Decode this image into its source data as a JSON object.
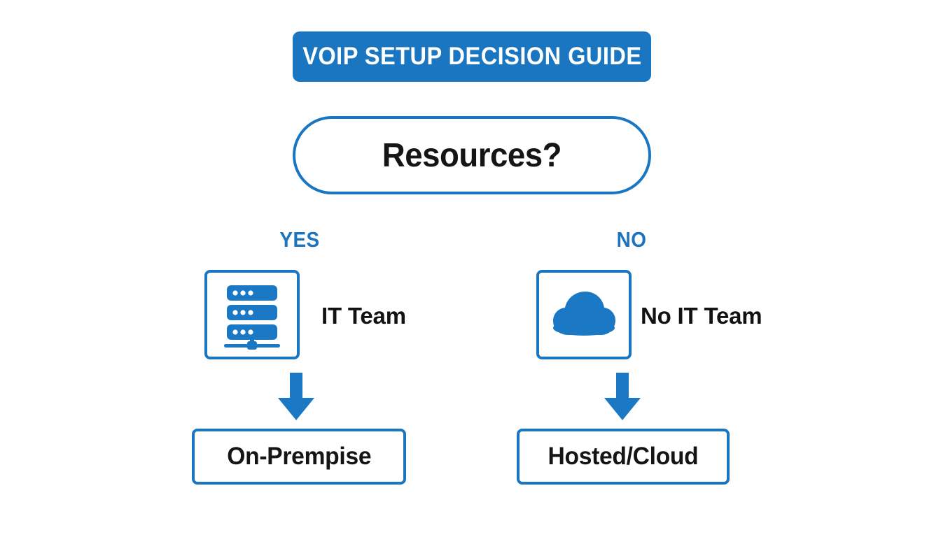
{
  "banner": {
    "title": "VOIP SETUP DECISION GUIDE",
    "background_color": "#1a76c0",
    "text_color": "#ffffff"
  },
  "decision": {
    "question": "Resources?",
    "border_color": "#1a76c0",
    "text_color": "#151515"
  },
  "branches": {
    "yes": {
      "label": "YES",
      "label_color": "#1d74bd",
      "icon": "server-icon",
      "condition": "IT Team",
      "arrow": "down-arrow-icon",
      "result": "On-Prempise"
    },
    "no": {
      "label": "NO",
      "label_color": "#1d74bd",
      "icon": "cloud-icon",
      "condition": "No IT Team",
      "arrow": "down-arrow-icon",
      "result": "Hosted/Cloud"
    }
  },
  "theme": {
    "accent_blue": "#1a76c0",
    "icon_blue": "#1b78c4",
    "background": "#fefefe",
    "text_black": "#151515"
  }
}
